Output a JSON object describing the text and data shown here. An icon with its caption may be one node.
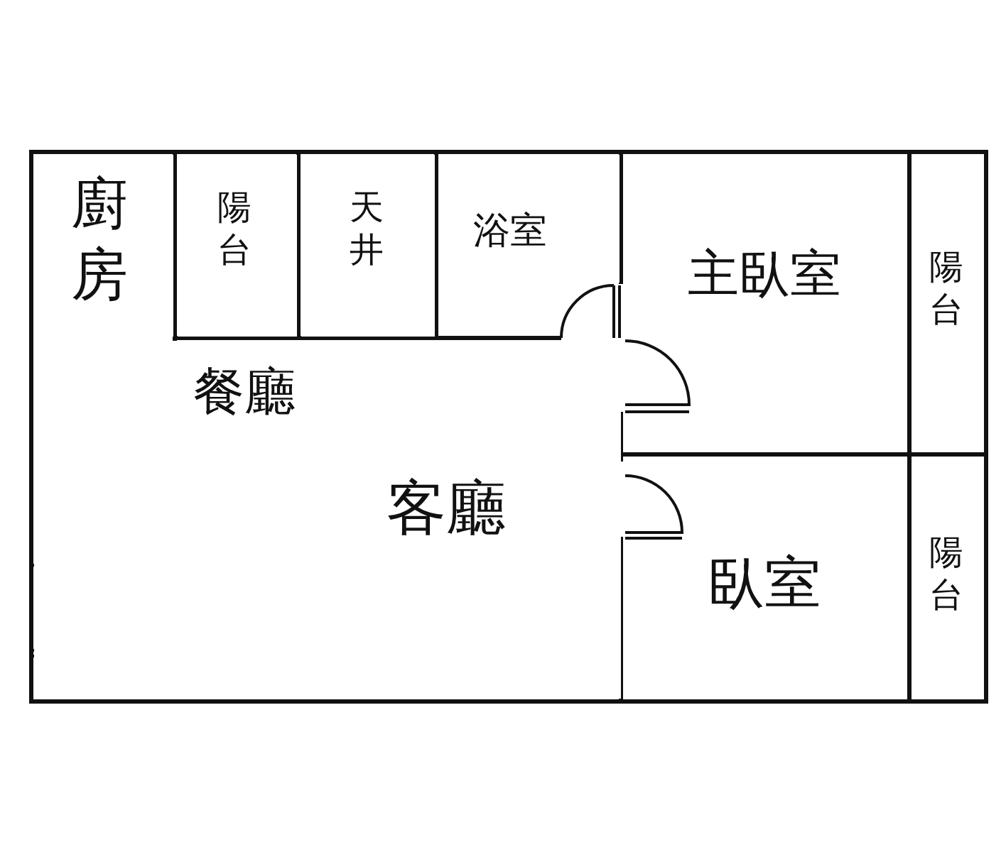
{
  "diagram": {
    "nodes": [
      {
        "text": [
          "廚房"
        ]
      },
      {
        "text": [
          "陽台"
        ]
      },
      {
        "text": [
          "天井"
        ]
      },
      {
        "text": [
          "浴室"
        ]
      },
      {
        "text": [
          "主臥室"
        ]
      },
      {
        "text": [
          "陽台"
        ]
      },
      {
        "text": [
          "餐廳",
          "客廳"
        ]
      },
      {
        "text": [
          "臥室"
        ]
      },
      {
        "text": [
          "陽台"
        ]
      }
    ],
    "edges": []
  }
}
